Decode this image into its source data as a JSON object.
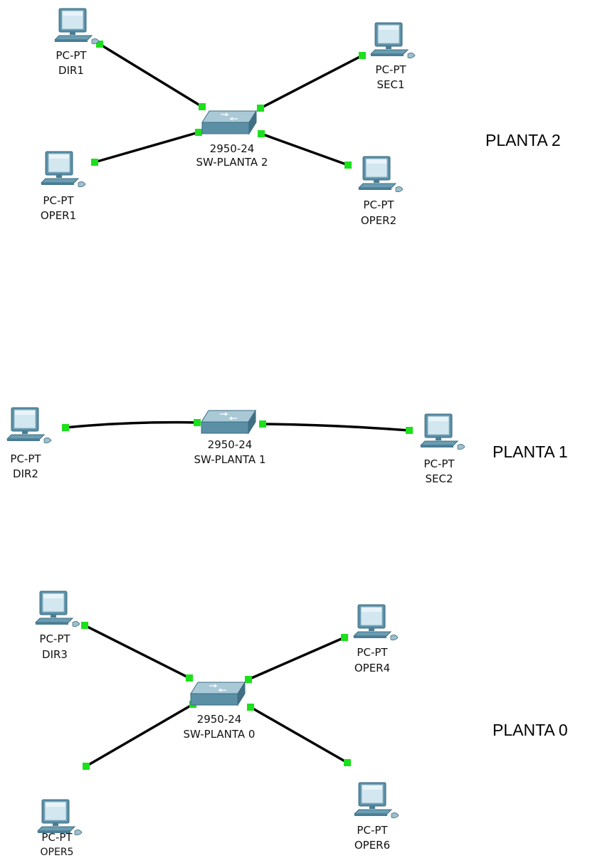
{
  "colors": {
    "link": "#000000",
    "port_up": "#1be01b",
    "device_body": "#5a8fa6",
    "screen": "#cfe4ee",
    "background": "#ffffff"
  },
  "floors": [
    {
      "label": "PLANTA 2",
      "switch": {
        "model": "2950-24",
        "name": "SW-PLANTA 2",
        "icon": "switch-icon"
      },
      "pcs": [
        {
          "type": "PC-PT",
          "name": "DIR1",
          "icon": "pc-icon"
        },
        {
          "type": "PC-PT",
          "name": "SEC1",
          "icon": "pc-icon"
        },
        {
          "type": "PC-PT",
          "name": "OPER1",
          "icon": "pc-icon"
        },
        {
          "type": "PC-PT",
          "name": "OPER2",
          "icon": "pc-icon"
        }
      ]
    },
    {
      "label": "PLANTA 1",
      "switch": {
        "model": "2950-24",
        "name": "SW-PLANTA 1",
        "icon": "switch-icon"
      },
      "pcs": [
        {
          "type": "PC-PT",
          "name": "DIR2",
          "icon": "pc-icon"
        },
        {
          "type": "PC-PT",
          "name": "SEC2",
          "icon": "pc-icon"
        }
      ]
    },
    {
      "label": "PLANTA 0",
      "switch": {
        "model": "2950-24",
        "name": "SW-PLANTA 0",
        "icon": "switch-icon"
      },
      "pcs": [
        {
          "type": "PC-PT",
          "name": "DIR3",
          "icon": "pc-icon"
        },
        {
          "type": "PC-PT",
          "name": "OPER4",
          "icon": "pc-icon"
        },
        {
          "type": "PC-PT",
          "name": "OPER5",
          "icon": "pc-icon"
        },
        {
          "type": "PC-PT",
          "name": "OPER6",
          "icon": "pc-icon"
        }
      ]
    }
  ]
}
